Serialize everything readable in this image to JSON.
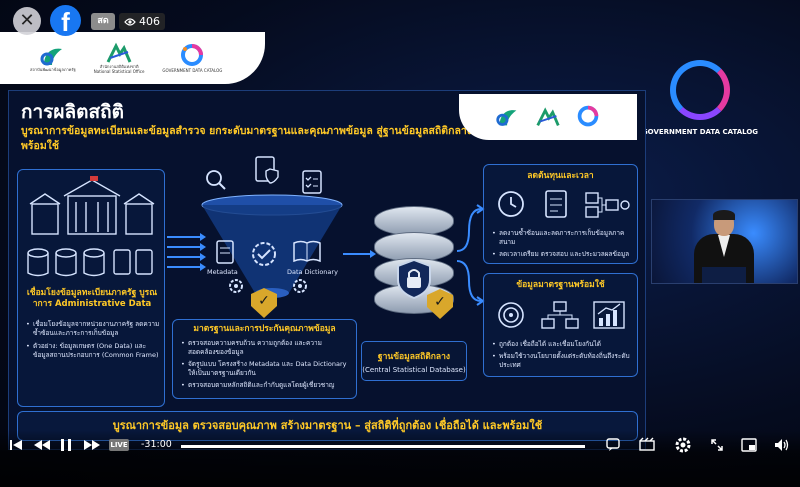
{
  "overlay": {
    "close_glyph": "✕",
    "facebook_glyph": "f",
    "live_badge": "สด",
    "viewer_icon": "eye-icon",
    "viewer_count": "406"
  },
  "header_logos": {
    "logo1_text": "สถาบันพัฒนาข้อมูลภาครัฐ",
    "logo2_text_th": "สำนักงานสถิติแห่งชาติ",
    "logo2_text_en": "National Statistical Office",
    "logo3_text": "GOVERNMENT DATA CATALOG"
  },
  "right_panel": {
    "catalog_name": "GOVERNMENT DATA CATALOG"
  },
  "slide": {
    "title": "การผลิตสถิติ",
    "subtitle": "บูรณาการข้อมูลทะเบียนและข้อมูลสำรวจ ยกระดับมาตรฐานและคุณภาพข้อมูล สู่ฐานข้อมูลสถิติกลางที่พร้อมใช้",
    "left_panel": {
      "title": "เชื่อมโยงข้อมูลทะเบียนภาครัฐ บูรณาการ Administrative Data",
      "bullets": [
        "เชื่อมโยงข้อมูลจากหน่วยงานภาครัฐ ลดความซ้ำซ้อนและภาระการเก็บข้อมูล",
        "ตัวอย่าง: ข้อมูลเกษตร (One Data) และข้อมูลสถานประกอบการ (Common Frame)"
      ]
    },
    "funnel": {
      "metadata_label": "Metadata",
      "dictionary_label": "Data Dictionary"
    },
    "quality_panel": {
      "title": "มาตรฐานและการประกันคุณภาพข้อมูล",
      "bullets": [
        "ตรวจสอบความครบถ้วน ความถูกต้อง และความสอดคล้องของข้อมูล",
        "จัดรูปแบบ โครงสร้าง Metadata และ Data Dictionary ให้เป็นมาตรฐานเดียวกัน",
        "ตรวจสอบตามหลักสถิติและกำกับดูแลโดยผู้เชี่ยวชาญ"
      ]
    },
    "database": {
      "title": "ฐานข้อมูลสถิติกลาง",
      "subtitle": "(Central Statistical Database)"
    },
    "cost_panel": {
      "title": "ลดต้นทุนและเวลา",
      "bullets": [
        "ลดงานซ้ำซ้อนและลดภาระการเก็บข้อมูลภาคสนาม",
        "ลดเวลาเตรียม ตรวจสอบ และประมวลผลข้อมูล"
      ]
    },
    "ready_panel": {
      "title": "ข้อมูลมาตรฐานพร้อมใช้",
      "bullets": [
        "ถูกต้อง เชื่อถือได้ และเชื่อมโยงกันได้",
        "พร้อมใช้วางนโยบายตั้งแต่ระดับท้องถิ่นถึงระดับประเทศ"
      ]
    },
    "bottom_banner": "บูรณาการข้อมูล ตรวจสอบคุณภาพ สร้างมาตรฐาน – สู่สถิติที่ถูกต้อง เชื่อถือได้ และพร้อมใช้"
  },
  "player": {
    "live_label": "LIVE",
    "time": "-31:00",
    "progress": 1.0,
    "icons": [
      "skip-back-icon",
      "rewind-icon",
      "pause-icon",
      "fast-forward-icon",
      "captions-icon",
      "clip-icon",
      "settings-icon",
      "fullscreen-icon",
      "pip-icon",
      "volume-icon"
    ]
  }
}
